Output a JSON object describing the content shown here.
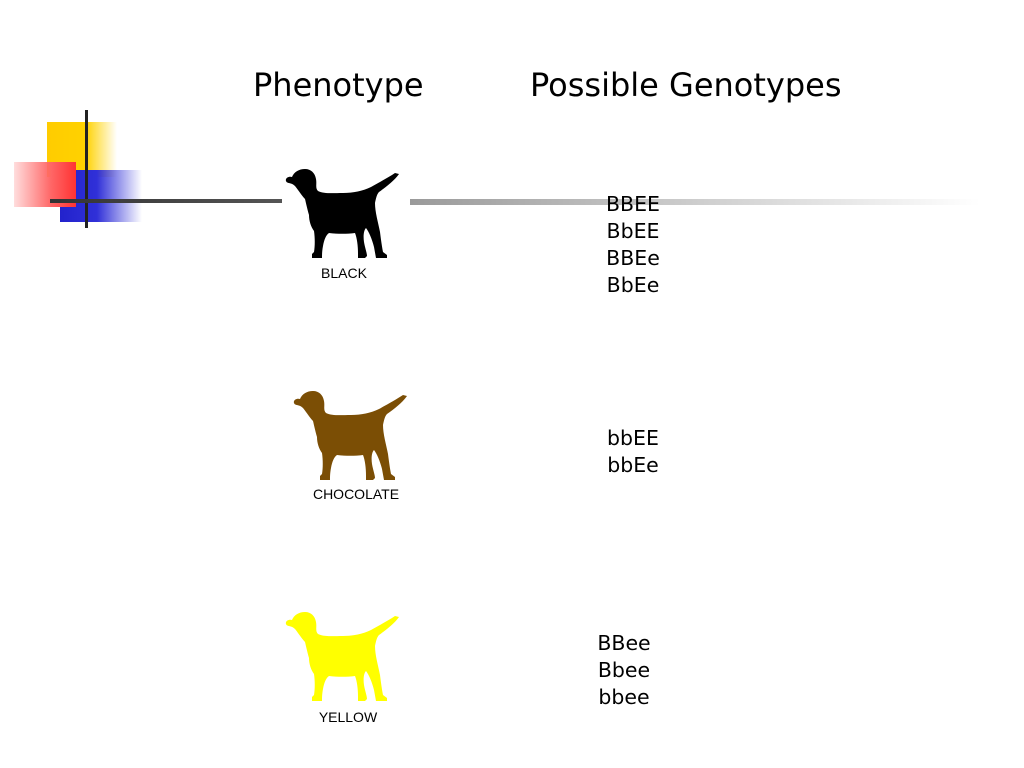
{
  "headers": {
    "phenotype": "Phenotype",
    "genotypes": "Possible Genotypes"
  },
  "rows": [
    {
      "label": "BLACK",
      "color": "#000000",
      "genotypes": [
        "BBEE",
        "BbEE",
        "BBEe",
        "BbEe"
      ]
    },
    {
      "label": "CHOCOLATE",
      "color": "#7b4e05",
      "genotypes": [
        "bbEE",
        "bbEe"
      ]
    },
    {
      "label": "YELLOW",
      "color": "#ffff00",
      "genotypes": [
        "BBee",
        "Bbee",
        "bbee"
      ]
    }
  ]
}
